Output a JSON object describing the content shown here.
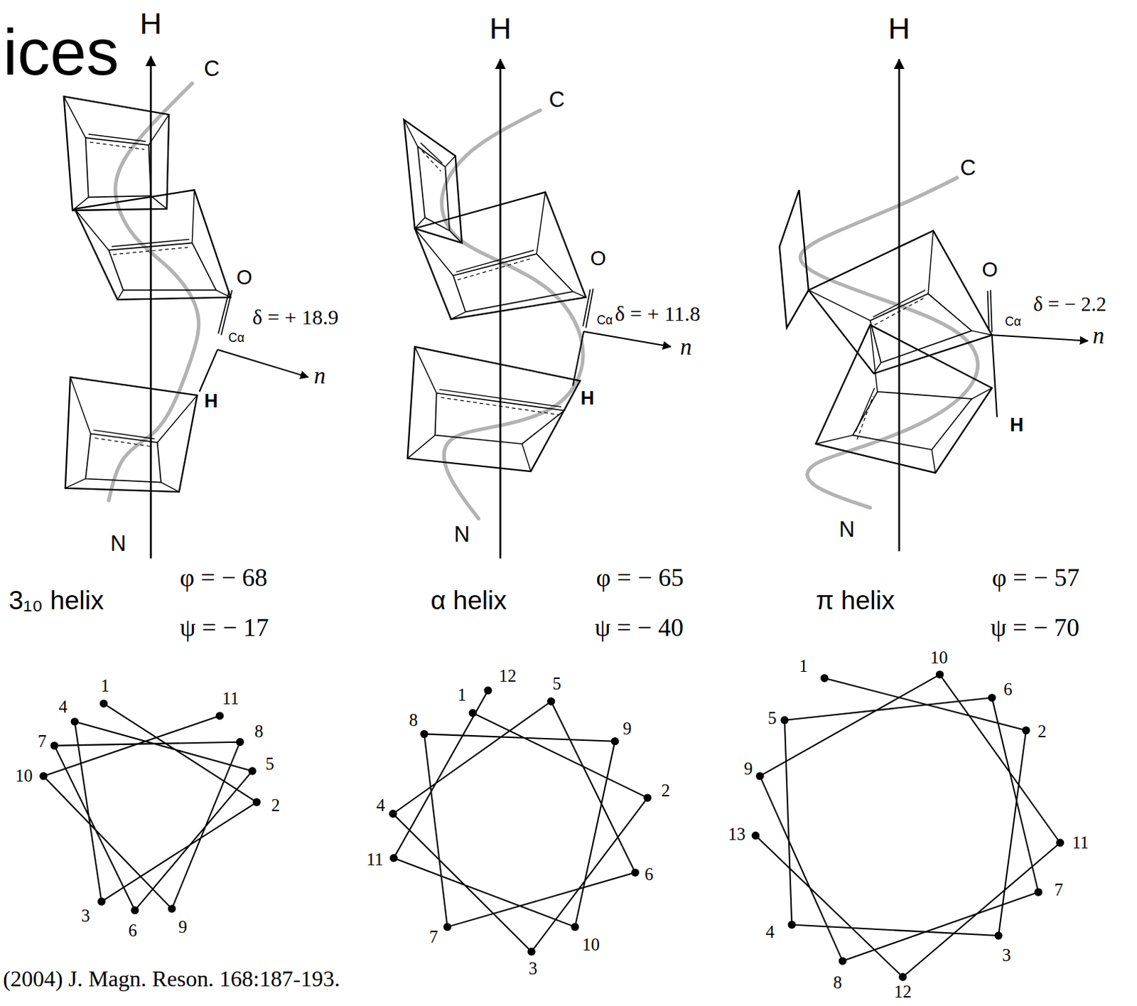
{
  "diagram": {
    "title": "ices",
    "caption": "(2004) J. Magn. Reson. 168:187-193.",
    "labels": [
      "H",
      "C",
      "O",
      "δ = + 18.9",
      "Cα",
      "n",
      "H",
      "N",
      "3₁₀ helix",
      "φ = − 68",
      "ψ = − 17",
      "H",
      "C",
      "O",
      "δ = + 11.8",
      "Cα",
      "n",
      "H",
      "N",
      "α helix",
      "φ = − 65",
      "ψ = − 40",
      "H",
      "C",
      "O",
      "δ = − 2.2",
      "Cα",
      "n",
      "H",
      "N",
      "π helix",
      "φ = − 57",
      "ψ = − 70",
      "1",
      "2",
      "3",
      "4",
      "5",
      "6",
      "7",
      "8",
      "9",
      "10",
      "11",
      "1",
      "2",
      "3",
      "4",
      "5",
      "6",
      "7",
      "8",
      "9",
      "10",
      "11",
      "12",
      "1",
      "2",
      "3",
      "4",
      "5",
      "6",
      "7",
      "8",
      "9",
      "10",
      "11",
      "12",
      "13"
    ]
  }
}
